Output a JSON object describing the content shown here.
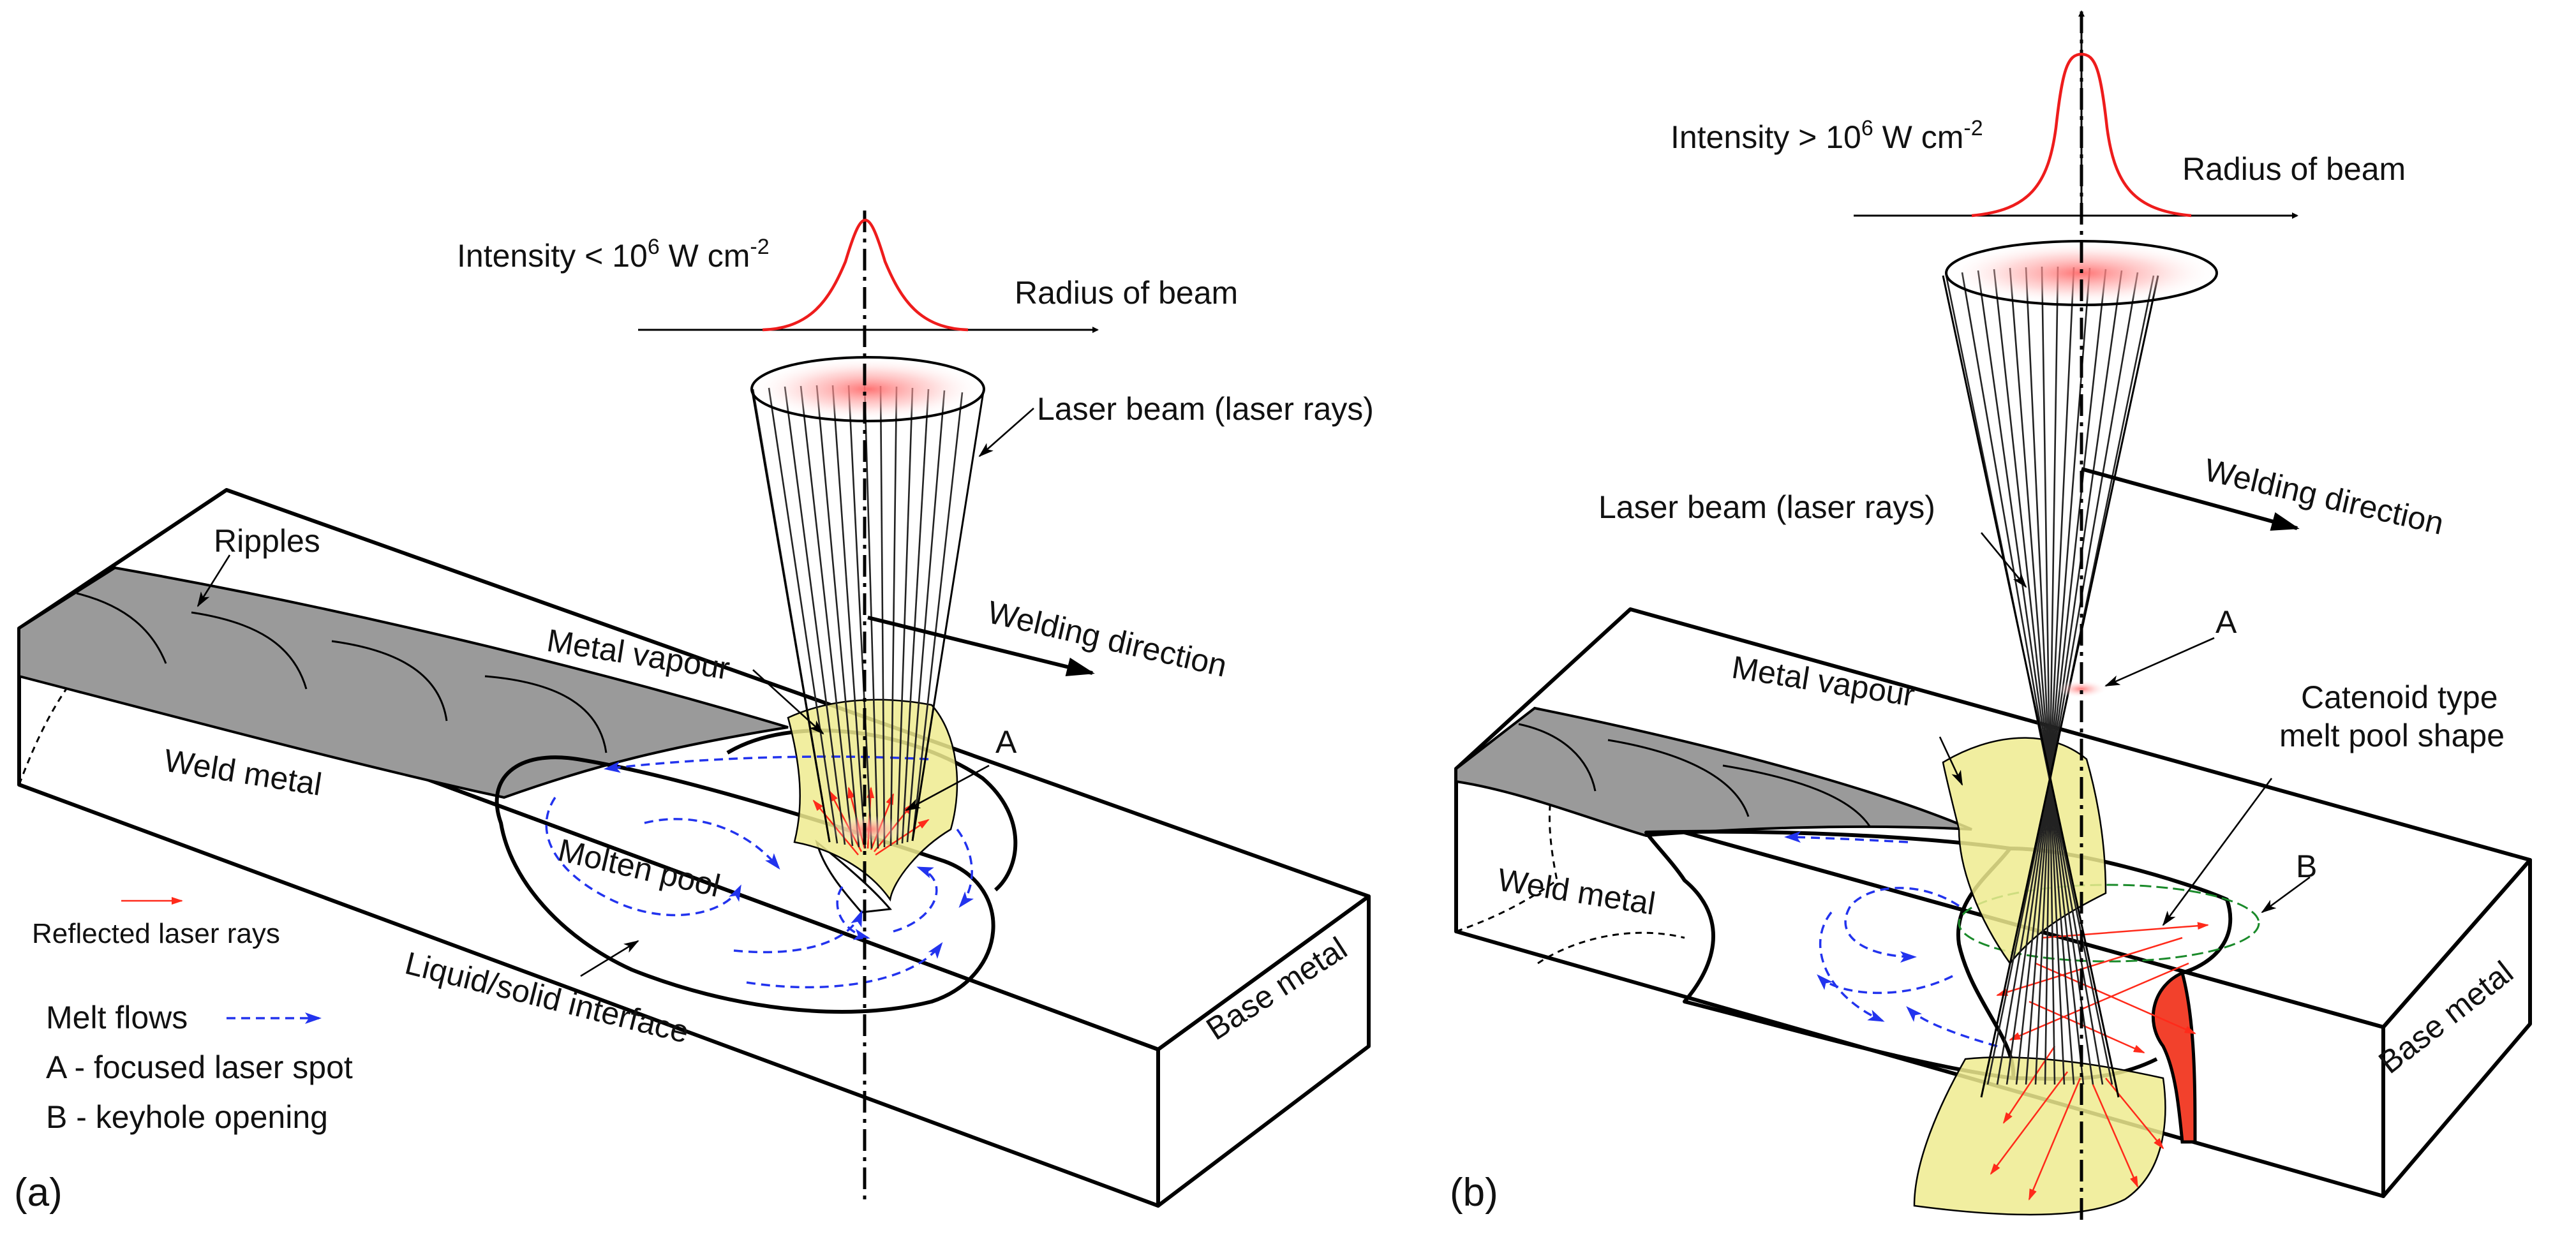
{
  "panels": {
    "a": {
      "tag": "(a)",
      "intensity_label": "Intensity < 10",
      "intensity_exp": "6",
      "intensity_unit": " W cm",
      "intensity_unit_exp": "-2",
      "radius_label": "Radius of beam",
      "laser_beam_label": "Laser beam (laser rays)",
      "welding_direction_label": "Welding direction",
      "metal_vapour_label": "Metal vapour",
      "ripples_label": "Ripples",
      "weld_metal_label": "Weld metal",
      "molten_pool_label": "Molten pool",
      "point_a_label": "A",
      "base_metal_label": "Base metal",
      "interface_label": "Liquid/solid interface"
    },
    "b": {
      "tag": "(b)",
      "intensity_label": "Intensity > 10",
      "intensity_exp": "6",
      "intensity_unit": " W cm",
      "intensity_unit_exp": "-2",
      "radius_label": "Radius of beam",
      "laser_beam_label": "Laser beam (laser rays)",
      "welding_direction_label": "Welding direction",
      "metal_vapour_label": "Metal vapour",
      "point_a_label": "A",
      "point_b_label": "B",
      "catenoid_line1": "Catenoid type",
      "catenoid_line2": "melt pool shape",
      "weld_metal_label": "Weld metal",
      "base_metal_label": "Base metal"
    }
  },
  "legend": {
    "reflected_rays": "Reflected laser rays",
    "melt_flows": "Melt flows",
    "a_def": "A - focused laser spot",
    "b_def": "B - keyhole opening"
  },
  "colors": {
    "molten": "#f2412c",
    "vapour": "#eeeb8f",
    "ripples": "#9a9a9a",
    "flow": "#2233ee",
    "reflected": "#ff2a1a",
    "profile": "#ee1c1c"
  }
}
